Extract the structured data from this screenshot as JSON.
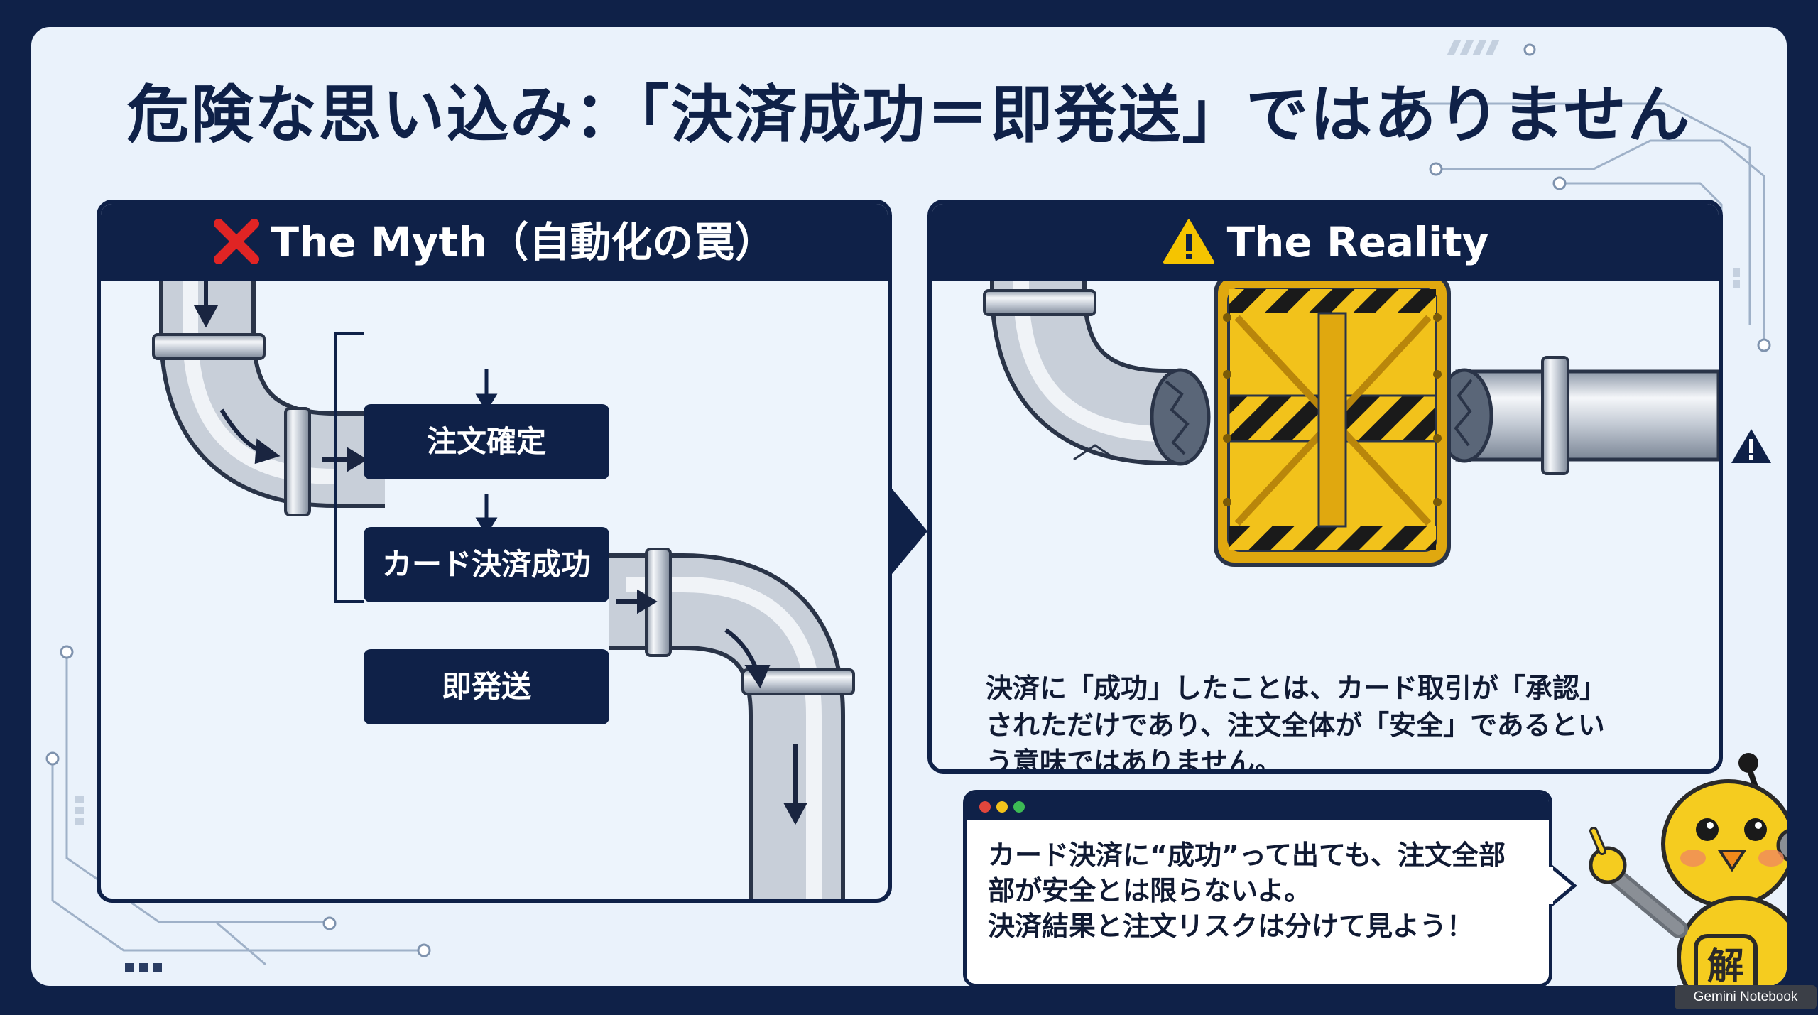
{
  "title": "危険な思い込み：「決済成功＝即発送」ではありません",
  "myth": {
    "header": "The Myth（自動化の罠）",
    "header_icon": "cross-icon",
    "steps": [
      "注文確定",
      "カード決済成功",
      "即発送"
    ]
  },
  "reality": {
    "header": "The Reality",
    "header_icon": "warning-icon",
    "text_lines": [
      "決済に「成功」したことは、カード取引が「承認」",
      "されただけであり、注文全体が「安全」であるとい",
      "う意味ではありません。"
    ]
  },
  "bubble": {
    "lines": [
      "カード決済に“成功”って出ても、注文全部",
      "部が安全とは限らないよ。",
      "決済結果と注文リスクは分けて見よう！"
    ]
  },
  "mascot": {
    "badge": "解"
  },
  "watermark": "Gemini Notebook",
  "colors": {
    "navy": "#0f2148",
    "background": "#eaf2fb",
    "barrier_yellow": "#f2c21b",
    "cross_red": "#e02424",
    "warning_yellow": "#f5c400"
  }
}
